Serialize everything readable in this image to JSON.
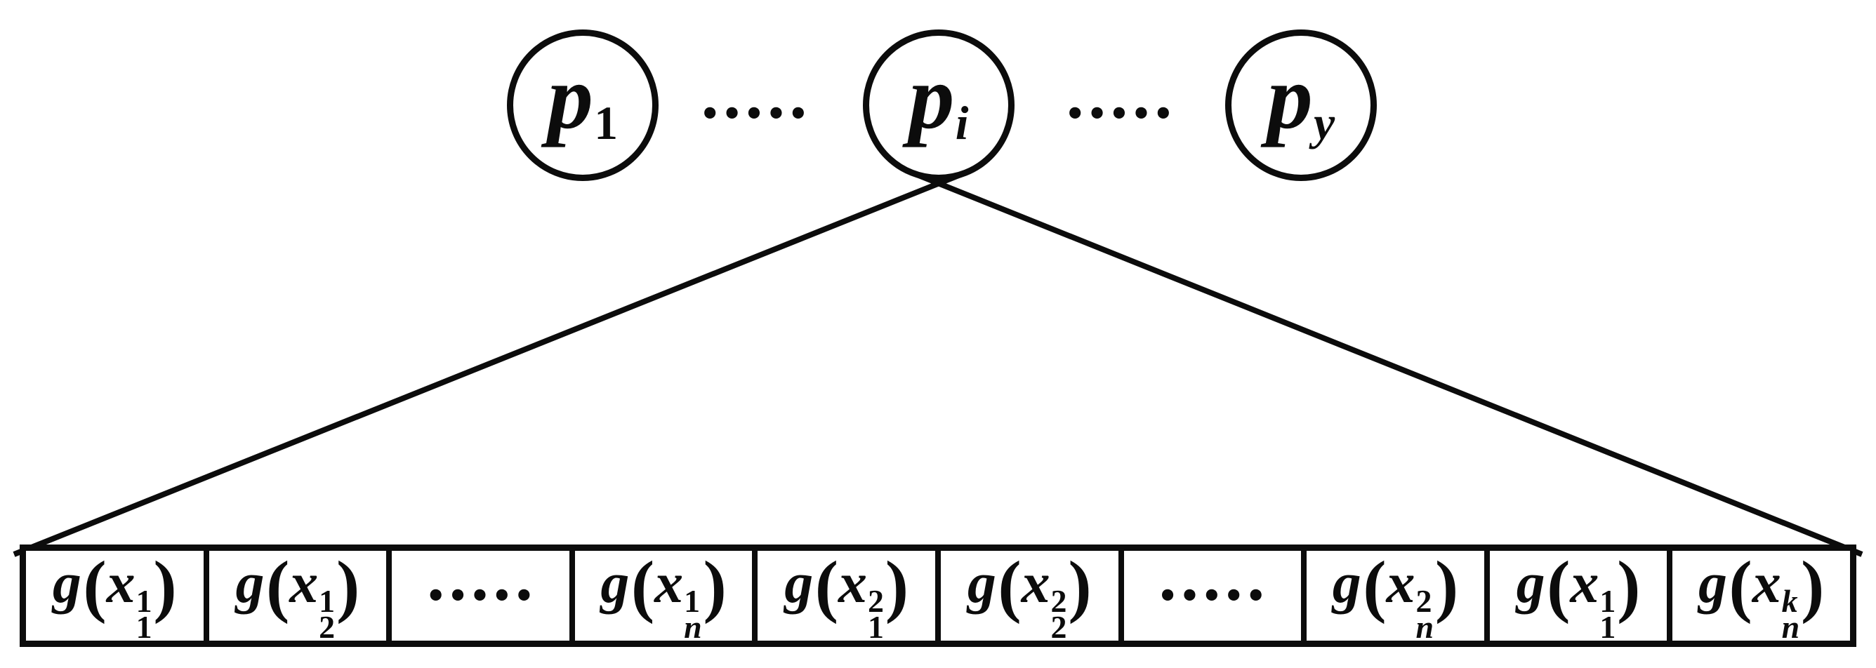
{
  "diagram": {
    "syntax": {
      "open_paren": "(",
      "close_paren": ")"
    },
    "ellipsis": "•••••",
    "populations": {
      "p1": {
        "base": "p",
        "sub": "1"
      },
      "pi": {
        "base": "p",
        "sub": "i"
      },
      "py": {
        "base": "p",
        "sub": "y"
      }
    },
    "chromosome": {
      "cells": [
        {
          "kind": "gene",
          "fn": "g",
          "arg": "x",
          "sup": "1",
          "sub": "1"
        },
        {
          "kind": "gene",
          "fn": "g",
          "arg": "x",
          "sup": "1",
          "sub": "2"
        },
        {
          "kind": "dots"
        },
        {
          "kind": "gene",
          "fn": "g",
          "arg": "x",
          "sup": "1",
          "sub": "n"
        },
        {
          "kind": "gene",
          "fn": "g",
          "arg": "x",
          "sup": "2",
          "sub": "1"
        },
        {
          "kind": "gene",
          "fn": "g",
          "arg": "x",
          "sup": "2",
          "sub": "2"
        },
        {
          "kind": "dots"
        },
        {
          "kind": "gene",
          "fn": "g",
          "arg": "x",
          "sup": "2",
          "sub": "n"
        },
        {
          "kind": "gene",
          "fn": "g",
          "arg": "x",
          "sup": "1",
          "sub": "1"
        },
        {
          "kind": "gene",
          "fn": "g",
          "arg": "x",
          "sup": "k",
          "sub": "n"
        }
      ]
    }
  }
}
